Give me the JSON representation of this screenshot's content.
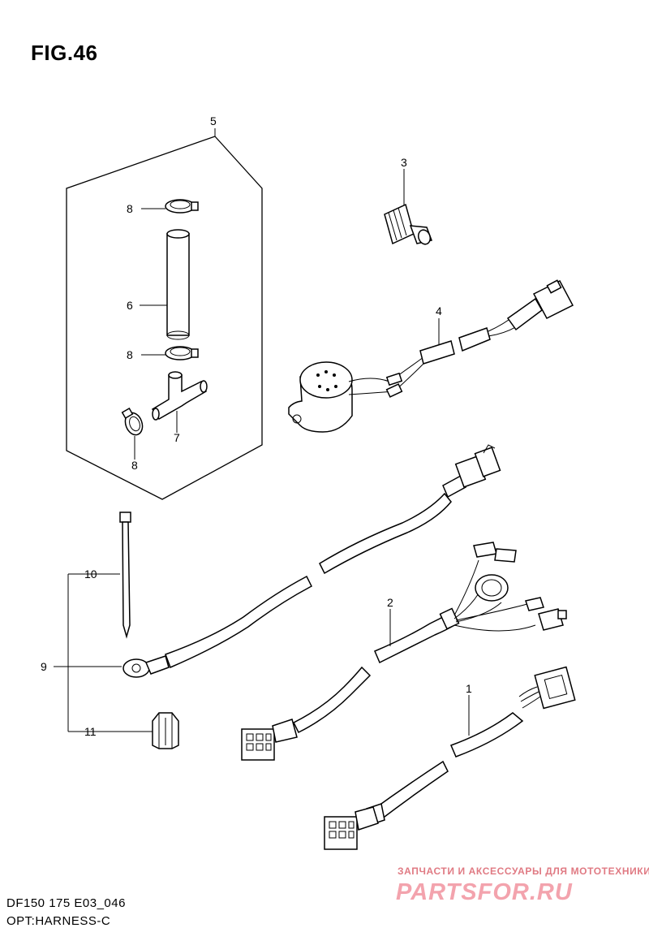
{
  "figure_title": "FIG.46",
  "model_code": "DF150 175 E03_046",
  "group_name": "OPT:HARNESS-C",
  "watermark": {
    "tagline": "ЗАПЧАСТИ И АКСЕССУАРЫ ДЛЯ МОТОТЕХНИКИ",
    "logo_text": "PARTSFOR.RU"
  },
  "callouts": {
    "c1": "1",
    "c2": "2",
    "c3": "3",
    "c4": "4",
    "c5": "5",
    "c6": "6",
    "c7": "7",
    "c8a": "8",
    "c8b": "8",
    "c8c": "8",
    "c9": "9",
    "c10": "10",
    "c11": "11"
  },
  "colors": {
    "line": "#000000",
    "watermark_text": "#e07a83",
    "watermark_logo": "#f3a3ad"
  }
}
